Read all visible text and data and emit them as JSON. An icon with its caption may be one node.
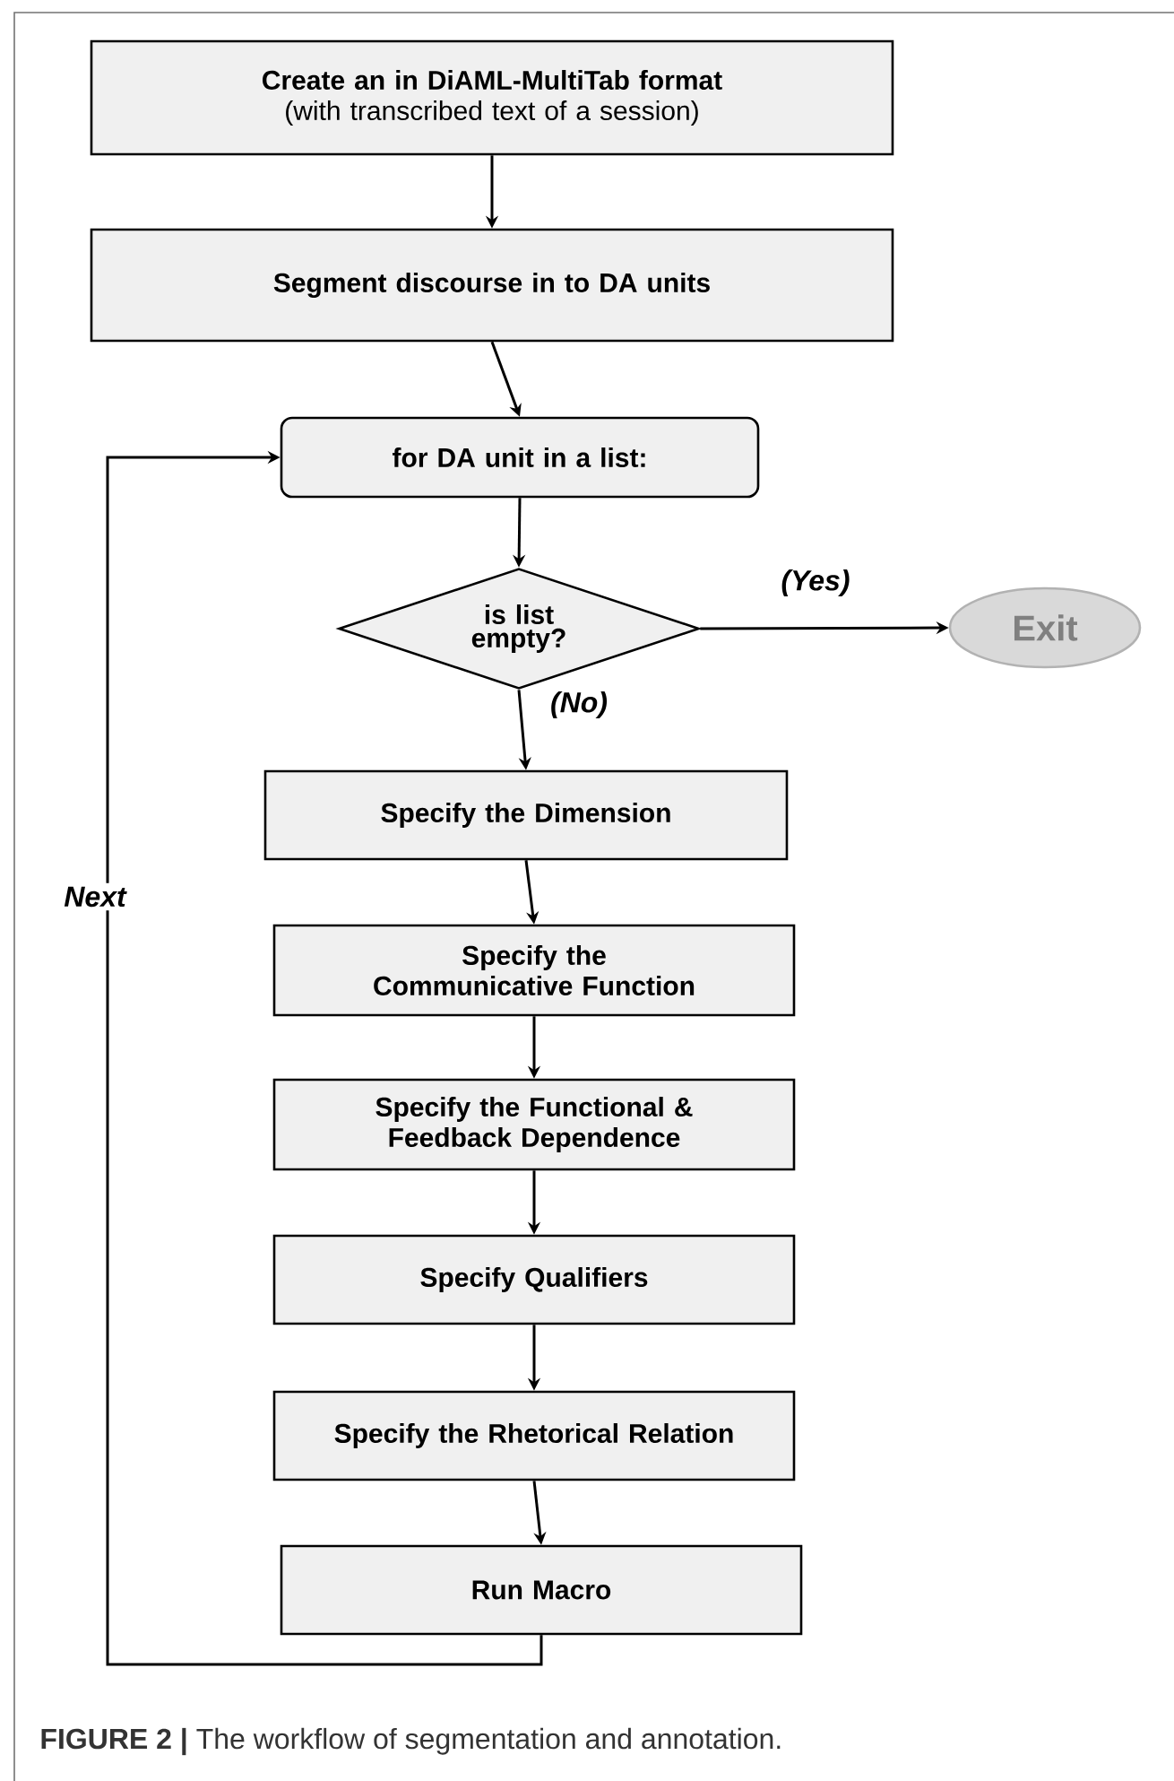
{
  "diagram": {
    "caption": "**FIGURE 2 |** The workflow of segmentation and annotation.",
    "nodes": [
      {
        "text": [
          "Create an in DiAML-MultiTab format",
          "(with transcribed text of a session)"
        ]
      },
      {
        "text": [
          "Segment discourse in to DA units"
        ]
      },
      {
        "text": [
          "for DA unit in a list:"
        ]
      },
      {
        "text": [
          "is list empty?"
        ]
      },
      {
        "text": [
          "Exit"
        ]
      },
      {
        "text": [
          "Specify the Dimension"
        ]
      },
      {
        "text": [
          "Specify the Communicative Function"
        ]
      },
      {
        "text": [
          "Specify the Functional & Feedback Dependence"
        ]
      },
      {
        "text": [
          "Specify Qualifiers"
        ]
      },
      {
        "text": [
          "Specify  the Rhetorical Relation"
        ]
      },
      {
        "text": [
          "Run Macro"
        ]
      }
    ],
    "edges": [
      {
        "from": 0,
        "to": 1,
        "arrow": "to"
      },
      {
        "from": 1,
        "to": 2,
        "arrow": "to"
      },
      {
        "from": 2,
        "to": 3,
        "arrow": "to"
      },
      {
        "from": 3,
        "to": 4,
        "arrow": "to",
        "label": "(Yes)"
      },
      {
        "from": 3,
        "to": 5,
        "arrow": "to",
        "label": "(No)"
      },
      {
        "from": 5,
        "to": 6,
        "arrow": "to"
      },
      {
        "from": 6,
        "to": 7,
        "arrow": "to"
      },
      {
        "from": 7,
        "to": 8,
        "arrow": "to"
      },
      {
        "from": 8,
        "to": 9,
        "arrow": "to"
      },
      {
        "from": 9,
        "to": 10,
        "arrow": "to"
      },
      {
        "from": 10,
        "to": 2,
        "arrow": "to",
        "label": "Next"
      }
    ]
  }
}
